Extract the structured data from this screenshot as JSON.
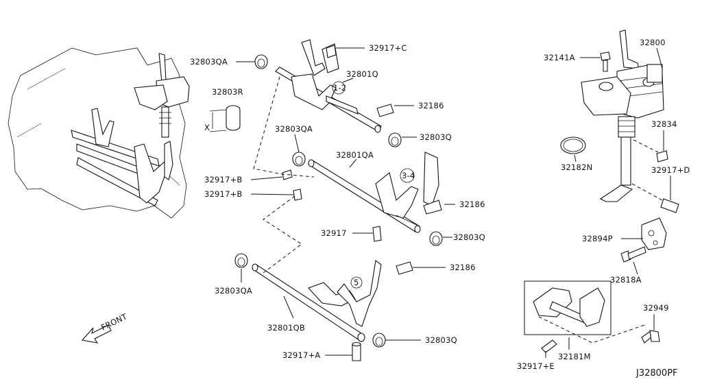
{
  "diagram": {
    "code": "J32800PF",
    "front_label": "FRONT",
    "dimension_letter": "X",
    "gear_marks": [
      "1-2",
      "3-4",
      "5"
    ],
    "callouts": [
      {
        "id": "c1",
        "text": "32803QA"
      },
      {
        "id": "c2",
        "text": "32917+C"
      },
      {
        "id": "c3",
        "text": "32801Q"
      },
      {
        "id": "c4",
        "text": "32803R"
      },
      {
        "id": "c5",
        "text": "32186"
      },
      {
        "id": "c6",
        "text": "32803Q"
      },
      {
        "id": "c7",
        "text": "32803QA"
      },
      {
        "id": "c8",
        "text": "32801QA"
      },
      {
        "id": "c9",
        "text": "32917+B"
      },
      {
        "id": "c10",
        "text": "32917+B"
      },
      {
        "id": "c11",
        "text": "32186"
      },
      {
        "id": "c12",
        "text": "32917"
      },
      {
        "id": "c13",
        "text": "32803Q"
      },
      {
        "id": "c14",
        "text": "32186"
      },
      {
        "id": "c15",
        "text": "32803QA"
      },
      {
        "id": "c16",
        "text": "32801QB"
      },
      {
        "id": "c17",
        "text": "32803Q"
      },
      {
        "id": "c18",
        "text": "32917+A"
      },
      {
        "id": "c19",
        "text": "32141A"
      },
      {
        "id": "c20",
        "text": "32800"
      },
      {
        "id": "c21",
        "text": "32834"
      },
      {
        "id": "c22",
        "text": "32182N"
      },
      {
        "id": "c23",
        "text": "32917+D"
      },
      {
        "id": "c24",
        "text": "32894P"
      },
      {
        "id": "c25",
        "text": "32818A"
      },
      {
        "id": "c26",
        "text": "32949"
      },
      {
        "id": "c27",
        "text": "32917+E"
      },
      {
        "id": "c28",
        "text": "32181M"
      }
    ]
  }
}
